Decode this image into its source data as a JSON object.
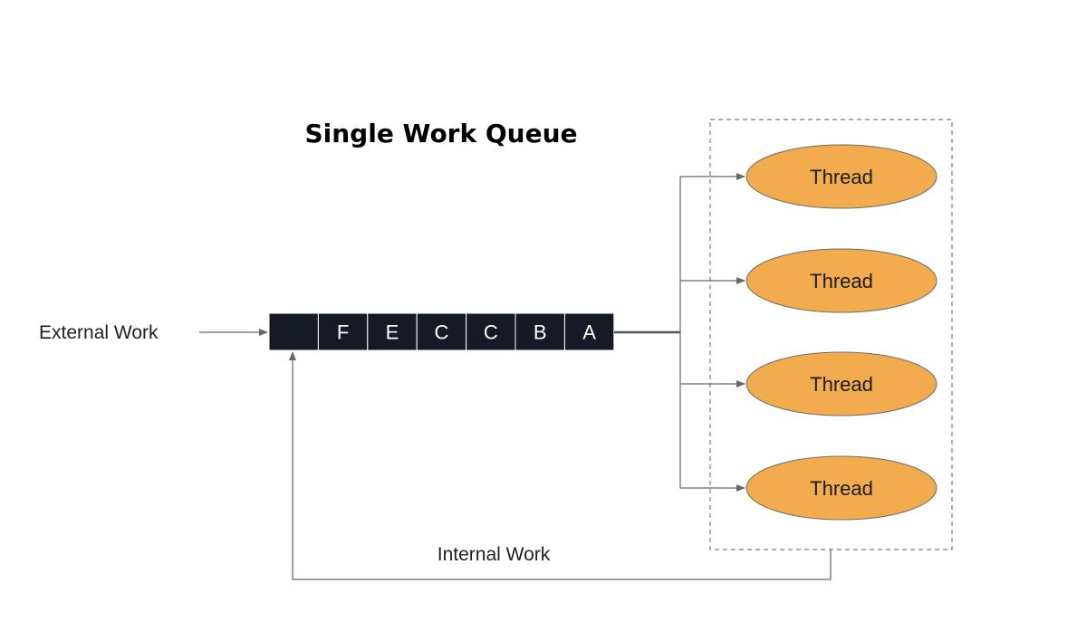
{
  "title": "Single Work Queue",
  "external_label": "External Work",
  "internal_label": "Internal Work",
  "queue": {
    "cells": [
      "",
      "F",
      "E",
      "C",
      "C",
      "B",
      "A"
    ]
  },
  "threads": [
    {
      "label": "Thread"
    },
    {
      "label": "Thread"
    },
    {
      "label": "Thread"
    },
    {
      "label": "Thread"
    }
  ],
  "colors": {
    "queue_fill": "#161a26",
    "thread_fill": "#f2ac4e",
    "thread_stroke": "#6b6b6b",
    "arrow": "#666666"
  }
}
